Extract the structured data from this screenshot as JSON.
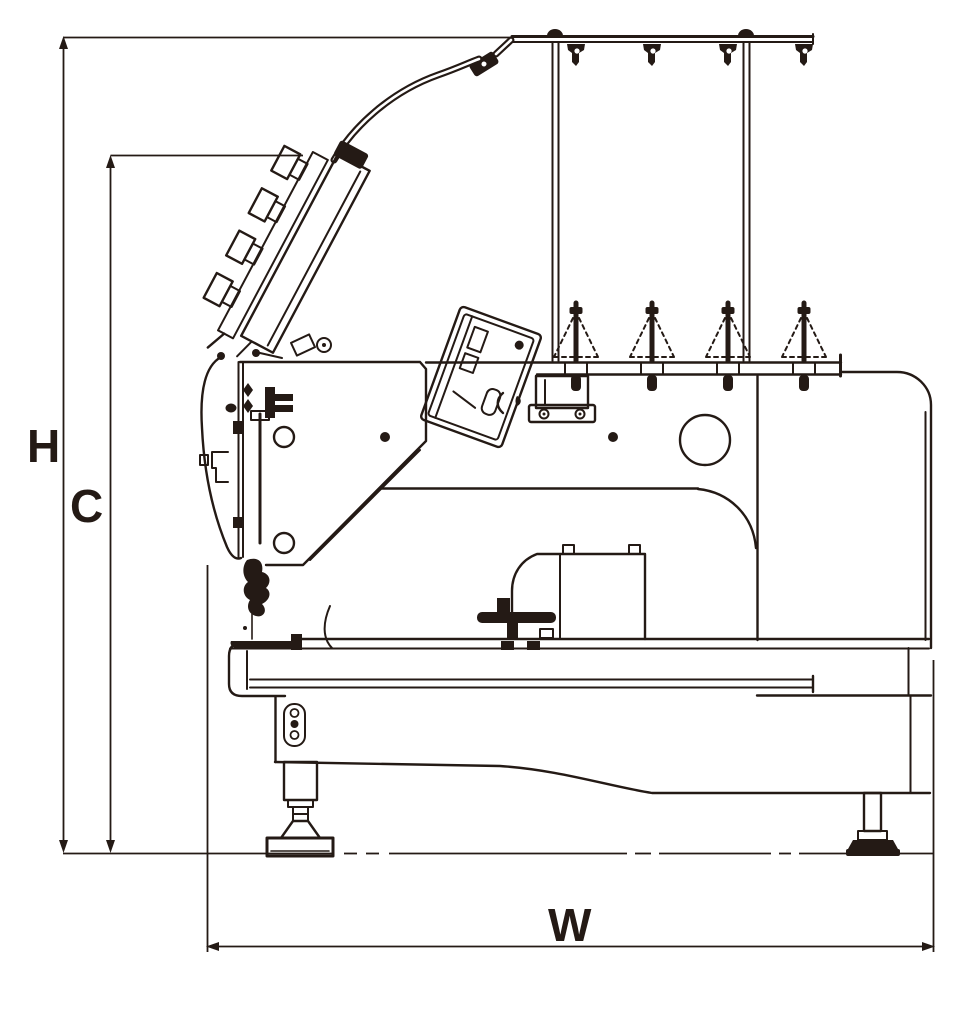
{
  "figure": {
    "kind": "technical-dimension-drawing",
    "subject": "industrial-sewing-machine-side-view",
    "labels": {
      "height": "H",
      "head_height": "C",
      "width": "W"
    },
    "colors": {
      "line": "#241a15",
      "background": "#ffffff"
    }
  }
}
